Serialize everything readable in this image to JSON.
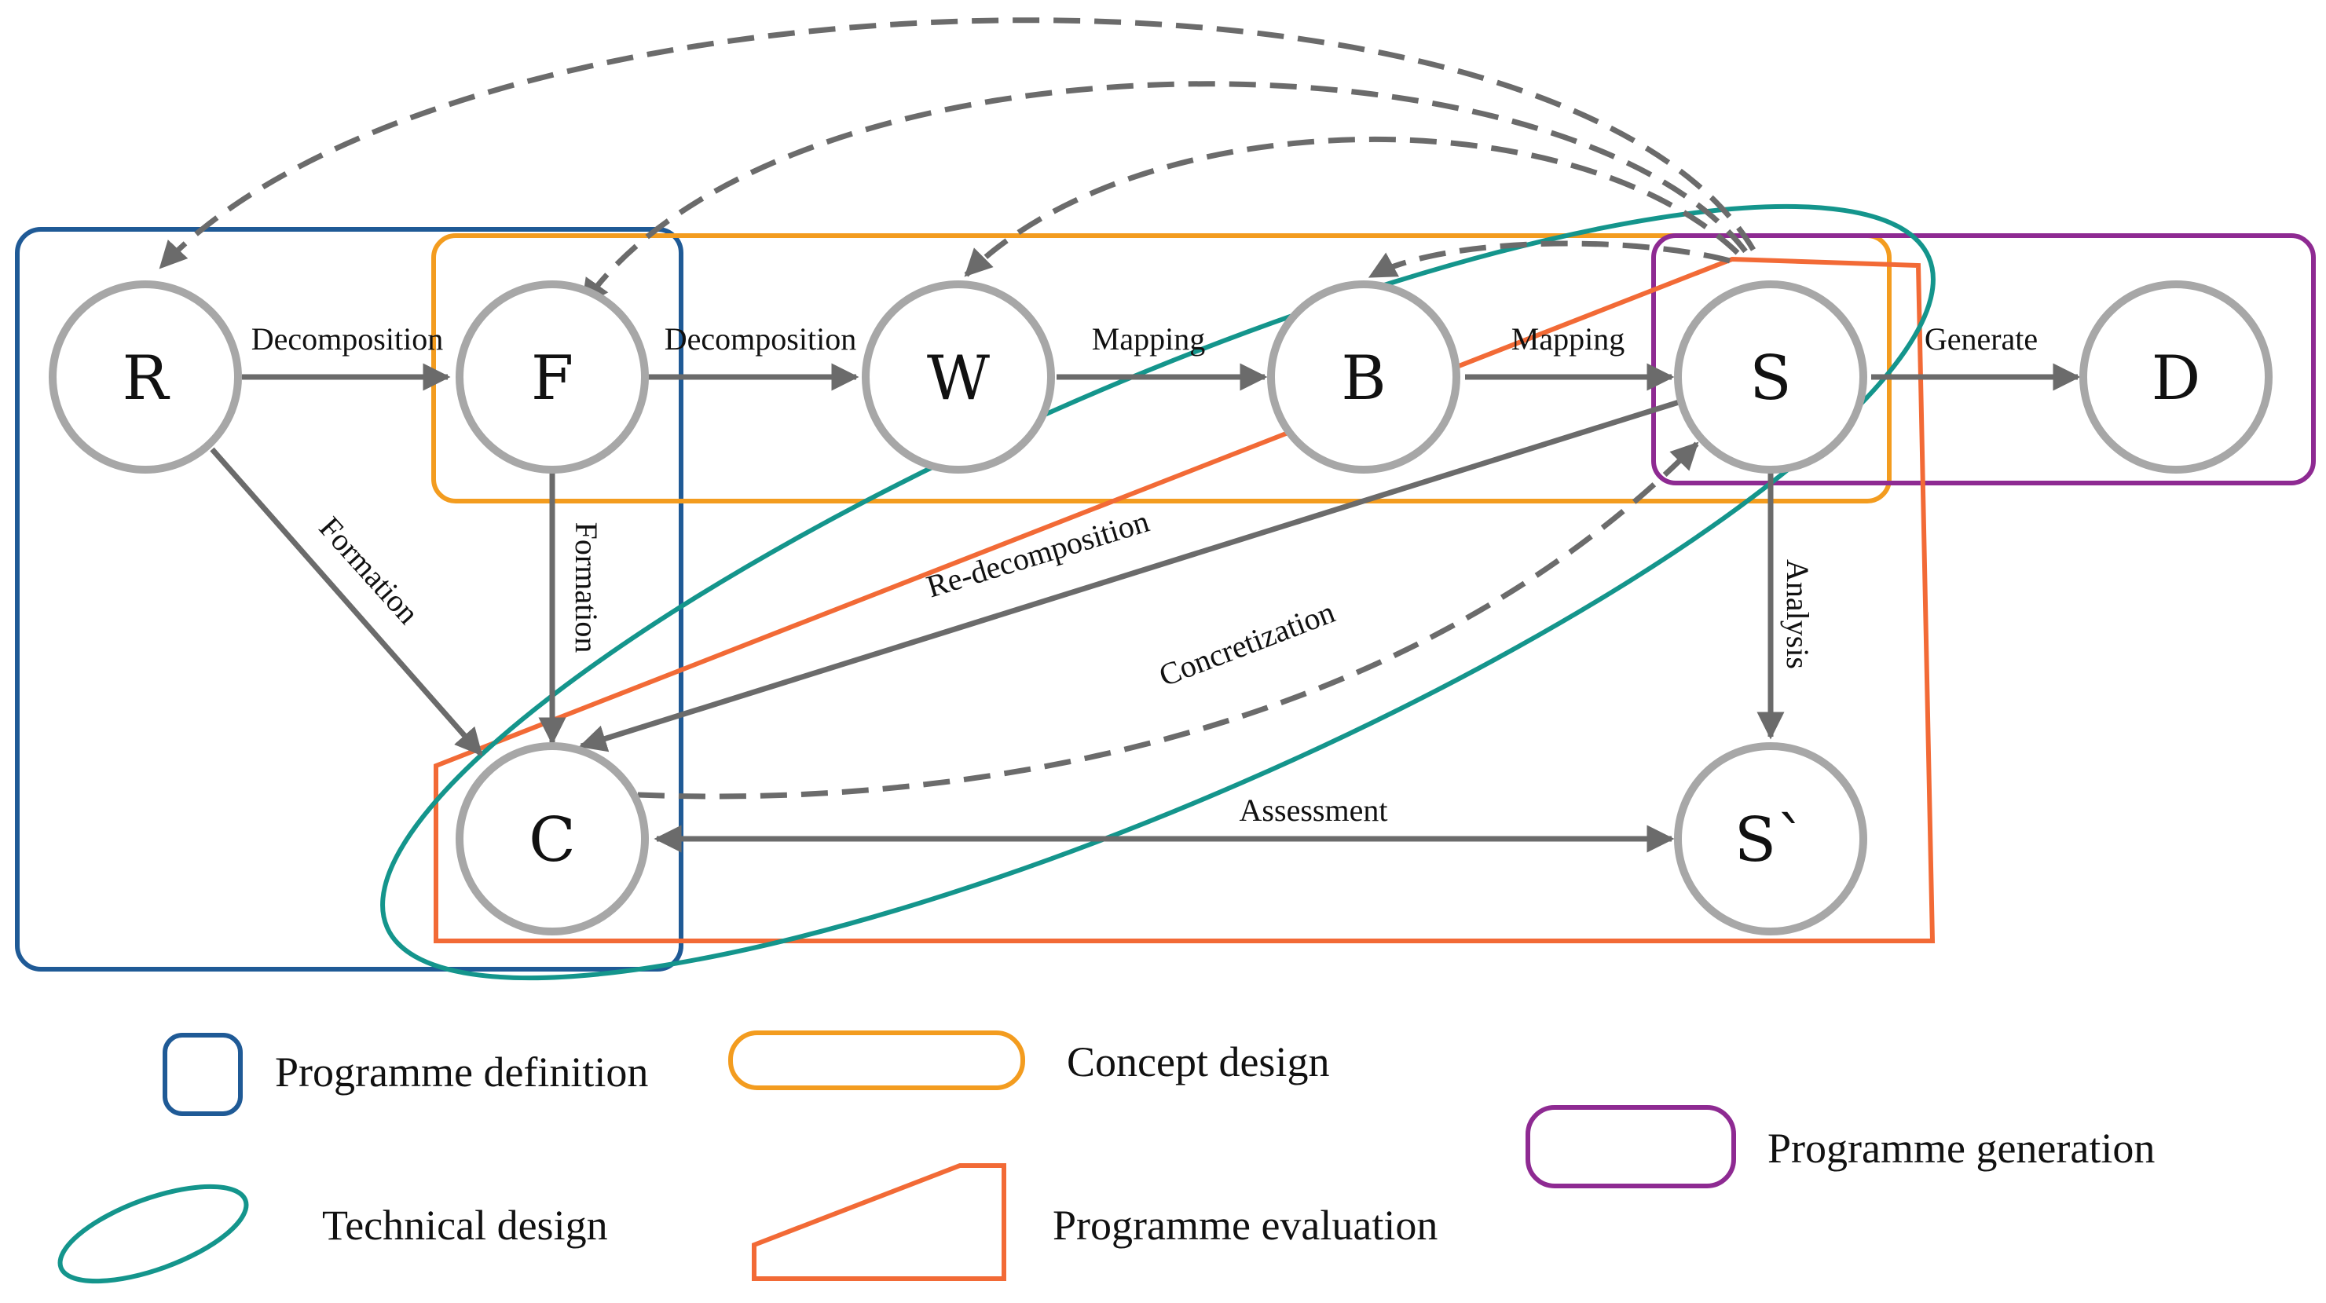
{
  "nodes": {
    "R": "R",
    "F": "F",
    "W": "W",
    "B": "B",
    "S": "S",
    "D": "D",
    "C": "C",
    "S_prime": "S`"
  },
  "edges": {
    "r_f": "Decomposition",
    "f_w": "Decomposition",
    "w_b": "Mapping",
    "b_s": "Mapping",
    "s_d": "Generate",
    "r_c": "Formation",
    "f_c": "Formation",
    "s_c": "Re-decomposition",
    "c_s": "Concretization",
    "s_sp": "Analysis",
    "c_sp": "Assessment"
  },
  "legend": {
    "programme_definition": "Programme definition",
    "concept_design": "Concept design",
    "programme_generation": "Programme generation",
    "technical_design": "Technical design",
    "programme_evaluation": "Programme evaluation"
  },
  "colors": {
    "programme_definition": "#1f5a96",
    "concept_design": "#f39c1f",
    "programme_generation": "#8e2a92",
    "technical_design": "#14958c",
    "programme_evaluation": "#f26a36",
    "edges": "#6b6b6b",
    "node_border": "#a7a7a7"
  }
}
